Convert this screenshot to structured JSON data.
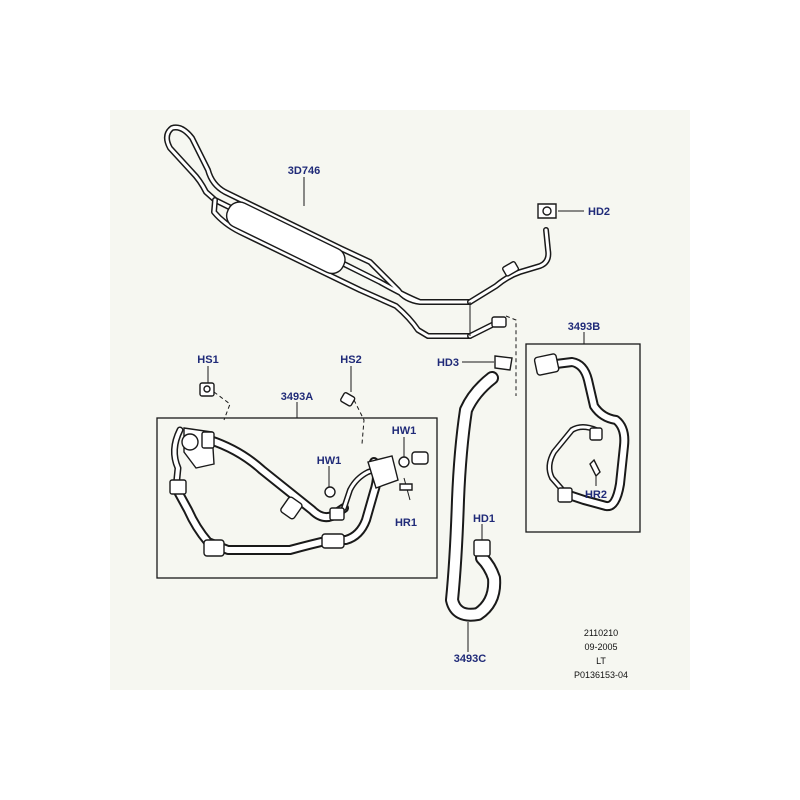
{
  "labels": {
    "p3D746": "3D746",
    "hd2": "HD2",
    "hd3": "HD3",
    "hs1": "HS1",
    "hs2": "HS2",
    "p3493A": "3493A",
    "p3493B": "3493B",
    "p3493C": "3493C",
    "hw1_left": "HW1",
    "hw1_right": "HW1",
    "hr1": "HR1",
    "hr2": "HR2",
    "hd1": "HD1"
  },
  "reference": {
    "code": "2110210",
    "date": "09-2005",
    "region": "LT",
    "illustration": "P0136153-04"
  },
  "colors": {
    "label": "#1f2a78",
    "line": "#1a1a1a",
    "background": "#f6f7f1"
  }
}
